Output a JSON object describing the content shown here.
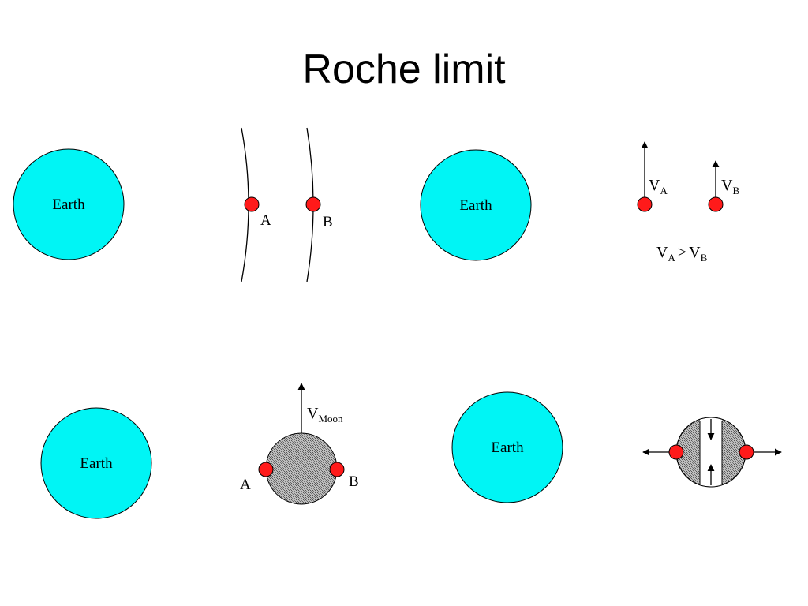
{
  "slide": {
    "title": "Roche limit"
  },
  "labels": {
    "earth": "Earth",
    "point_a": "A",
    "point_b": "B",
    "velocity_symbol": "V",
    "sub_a": "A",
    "sub_b": "B",
    "sub_moon": "Moon",
    "greater_than": ">"
  },
  "colors": {
    "earth_fill": "#00f5f5",
    "particle_fill": "#ff1a1a",
    "moon_fill": "#a0a0a0",
    "stroke": "#000000"
  }
}
